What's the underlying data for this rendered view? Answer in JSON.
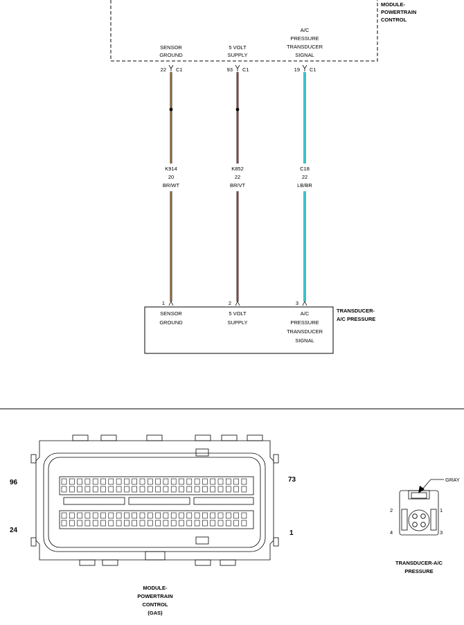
{
  "pcm": {
    "name_lines": [
      "MODULE-",
      "POWERTRAIN",
      "CONTROL"
    ],
    "pins": [
      {
        "label_lines": [
          "SENSOR",
          "GROUND"
        ],
        "pin": "22",
        "connector": "C1"
      },
      {
        "label_lines": [
          "5 VOLT",
          "SUPPLY"
        ],
        "pin": "93",
        "connector": "C1"
      },
      {
        "label_lines": [
          "A/C",
          "PRESSURE",
          "TRANSDUCER",
          "SIGNAL"
        ],
        "pin": "19",
        "connector": "C1"
      }
    ]
  },
  "wires": [
    {
      "circuit": "K914",
      "gauge": "20",
      "color_code": "BR/WT",
      "color": "#9a6a2a",
      "splice": true
    },
    {
      "circuit": "K852",
      "gauge": "22",
      "color_code": "BR/VT",
      "color": "#b03a3a",
      "splice": true
    },
    {
      "circuit": "C18",
      "gauge": "22",
      "color_code": "LB/BR",
      "color": "#35d8e0",
      "splice": false
    }
  ],
  "transducer": {
    "name_lines": [
      "TRANSDUCER-",
      "A/C PRESSURE"
    ],
    "pins": [
      {
        "pin": "1",
        "label_lines": [
          "SENSOR",
          "GROUND"
        ]
      },
      {
        "pin": "2",
        "label_lines": [
          "5 VOLT",
          "SUPPLY"
        ]
      },
      {
        "pin": "3",
        "label_lines": [
          "A/C",
          "PRESSURE",
          "TRANSDUCER",
          "SIGNAL"
        ]
      }
    ]
  },
  "pcm_connector_view": {
    "pin_labels": {
      "top_left": "96",
      "bottom_left": "24",
      "top_right": "73",
      "bottom_right": "1"
    },
    "caption_lines": [
      "MODULE-",
      "POWERTRAIN",
      "CONTROL",
      "(GAS)"
    ]
  },
  "transducer_connector_view": {
    "color_label": "GRAY",
    "pin_numbers": [
      "1",
      "2",
      "3",
      "4"
    ],
    "caption_lines": [
      "TRANSDUCER-A/C",
      "PRESSURE"
    ]
  }
}
